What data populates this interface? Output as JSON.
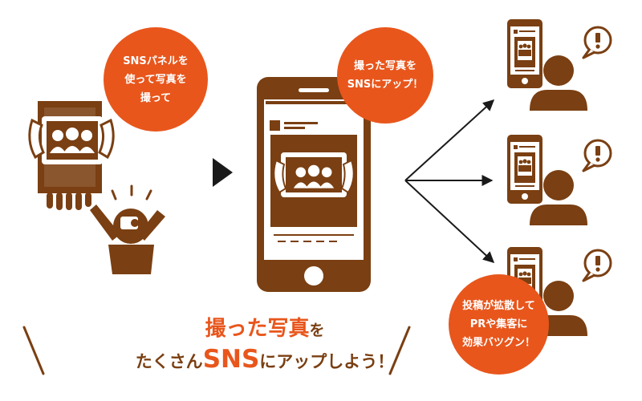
{
  "colors": {
    "primary": "#e8561c",
    "brown": "#7a3f12",
    "accent": "#c8a47a",
    "text": "#ffffff",
    "arrow": "#1a1a1a"
  },
  "bubbles": {
    "take_photo": {
      "lines": [
        "SNSパネルを",
        "使って写真を",
        "撮って"
      ]
    },
    "upload": {
      "lines": [
        "撮った写真を",
        "SNSにアップ！"
      ]
    },
    "spread": {
      "lines": [
        "投稿が拡散して",
        "PRや集客に",
        "効果バツグン！"
      ]
    }
  },
  "headline": {
    "line1_main": "撮った写真",
    "line1_tail": "を",
    "line2_pre": "たくさん",
    "line2_brand": "SNS",
    "line2_post": "にアップしよう！"
  },
  "viewer_icons": [
    {
      "icon": "exclamation-icon",
      "mark": "!"
    },
    {
      "icon": "exclamation-icon",
      "mark": "!"
    },
    {
      "icon": "exclamation-icon",
      "mark": "!"
    }
  ]
}
